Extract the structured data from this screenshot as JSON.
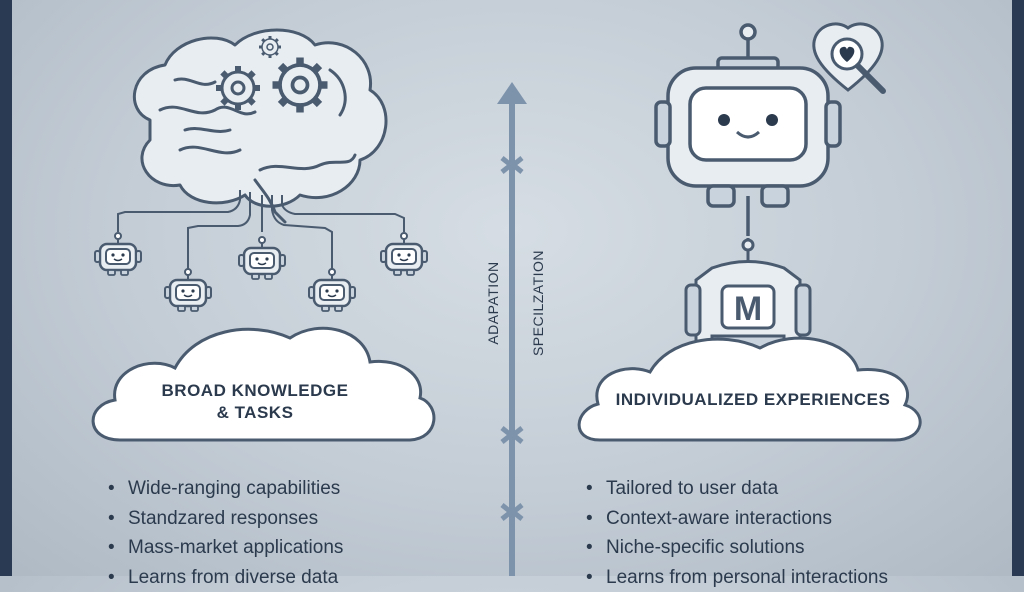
{
  "left_panel": {
    "cloud_label_line1": "BROAD KNOWLEDGE",
    "cloud_label_line2": "& TASKS",
    "bullets": [
      "Wide-ranging capabilities",
      "Standzared responses",
      "Mass-market applications",
      "Learns from diverse data"
    ]
  },
  "right_panel": {
    "cloud_label": "INDIVIDUALIZED EXPERIENCES",
    "robot_badge": "M",
    "bullets": [
      "Tailored to user data",
      "Context-aware interactions",
      "Niche-specific solutions",
      "Learns from personal interactions"
    ]
  },
  "center_axis": {
    "label_left": "ADAPATION",
    "label_right": "SPECILZATION"
  },
  "colors": {
    "stroke": "#4a5b70",
    "accent": "#7d93ab",
    "frame": "#2a3a52",
    "cloud_fill": "#ffffff"
  },
  "icons": [
    "brain-icon",
    "gear-icon",
    "robot-icon",
    "heart-magnifier-icon",
    "arrow-icon",
    "cloud-icon"
  ]
}
